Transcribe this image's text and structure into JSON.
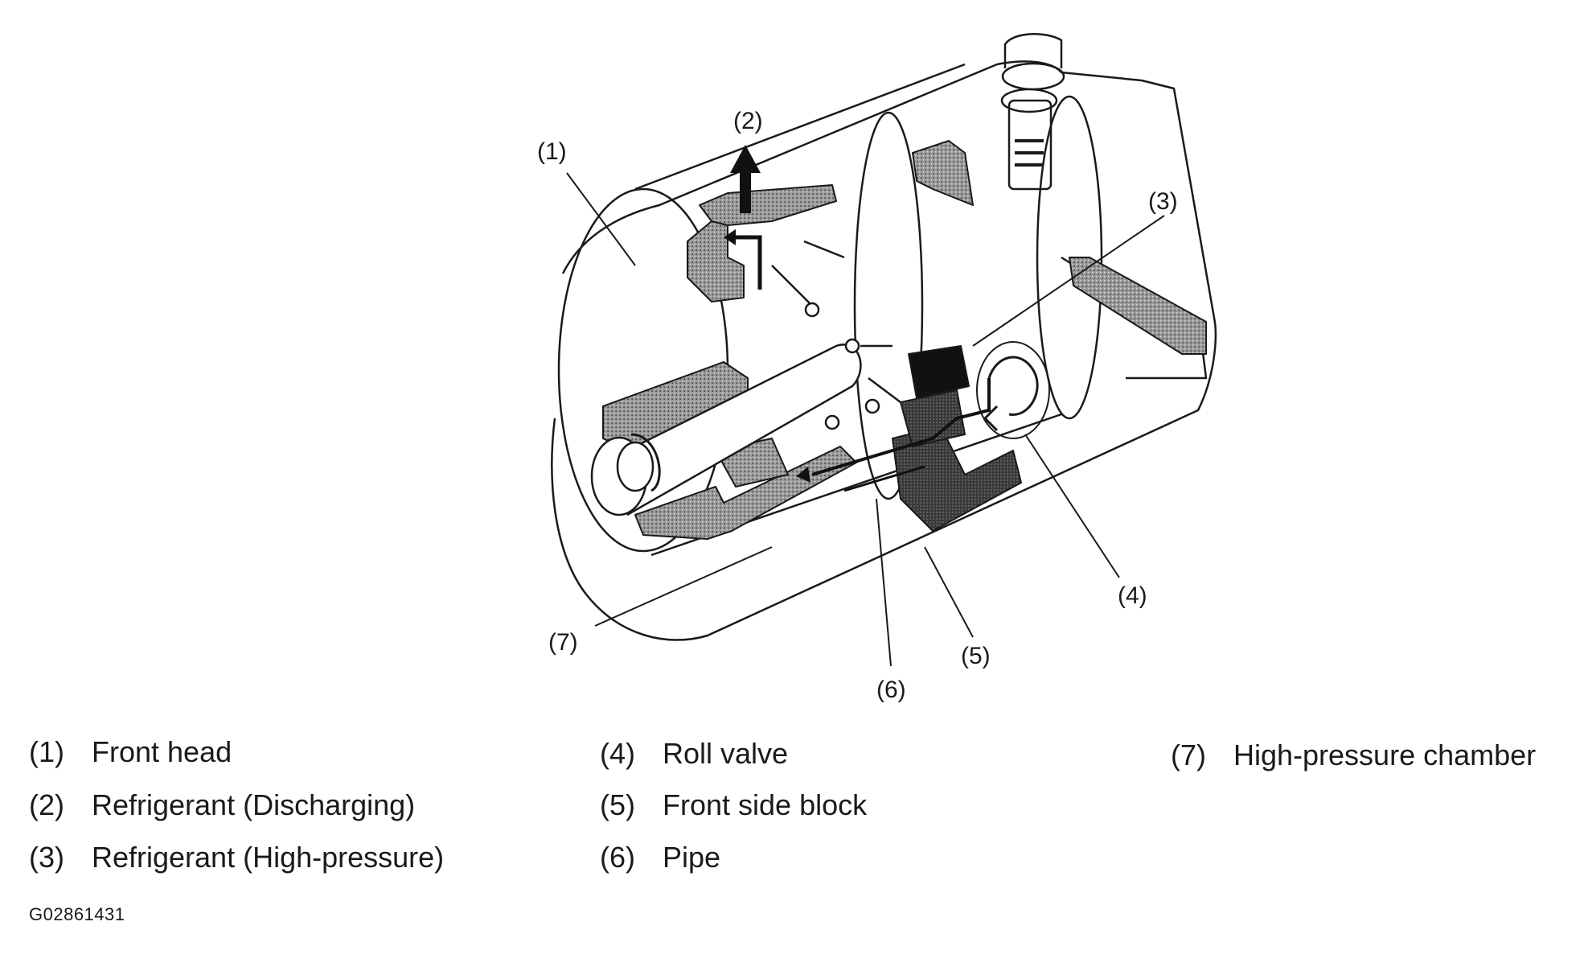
{
  "callouts": [
    "(1)",
    "(2)",
    "(3)",
    "(4)",
    "(5)",
    "(6)",
    "(7)"
  ],
  "legend": [
    {
      "num": "(1)",
      "text": "Front head"
    },
    {
      "num": "(2)",
      "text": "Refrigerant (Discharging)"
    },
    {
      "num": "(3)",
      "text": "Refrigerant (High-pressure)"
    },
    {
      "num": "(4)",
      "text": "Roll valve"
    },
    {
      "num": "(5)",
      "text": "Front side block"
    },
    {
      "num": "(6)",
      "text": "Pipe"
    },
    {
      "num": "(7)",
      "text": "High-pressure chamber"
    }
  ],
  "figure_code": "G02861431",
  "colors": {
    "line": "#1a1a1a",
    "hatch": "#8c8c8c",
    "dark": "#111111"
  }
}
